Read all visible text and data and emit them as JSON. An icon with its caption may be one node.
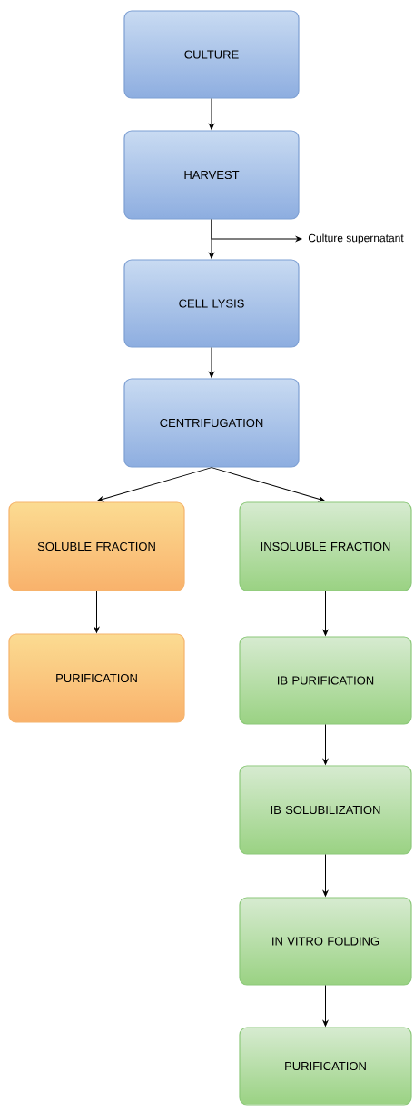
{
  "diagram": {
    "nodes": [
      {
        "text": [
          "CULTURE"
        ]
      },
      {
        "text": [
          "HARVEST"
        ]
      },
      {
        "text": [
          "CELL LYSIS"
        ]
      },
      {
        "text": [
          "CENTRIFUGATION"
        ]
      },
      {
        "text": [
          "SOLUBLE FRACTION"
        ]
      },
      {
        "text": [
          "PURIFICATION"
        ]
      },
      {
        "text": [
          "INSOLUBLE FRACTION"
        ]
      },
      {
        "text": [
          "IB PURIFICATION"
        ]
      },
      {
        "text": [
          "IB SOLUBILIZATION"
        ]
      },
      {
        "text": [
          "IN VITRO FOLDING"
        ]
      },
      {
        "text": [
          "PURIFICATION"
        ]
      },
      {
        "text": [
          "Culture supernatant"
        ]
      }
    ],
    "edges": [
      {
        "from": 0,
        "to": 1,
        "arrow": "to"
      },
      {
        "from": 1,
        "to": 2,
        "arrow": "to"
      },
      {
        "from": 1,
        "to": 11,
        "arrow": "to"
      },
      {
        "from": 2,
        "to": 3,
        "arrow": "to"
      },
      {
        "from": 3,
        "to": 4,
        "arrow": "to"
      },
      {
        "from": 3,
        "to": 6,
        "arrow": "to"
      },
      {
        "from": 4,
        "to": 5,
        "arrow": "to"
      },
      {
        "from": 6,
        "to": 7,
        "arrow": "to"
      },
      {
        "from": 7,
        "to": 8,
        "arrow": "to"
      },
      {
        "from": 8,
        "to": 9,
        "arrow": "to"
      },
      {
        "from": 9,
        "to": 10,
        "arrow": "to"
      }
    ]
  }
}
